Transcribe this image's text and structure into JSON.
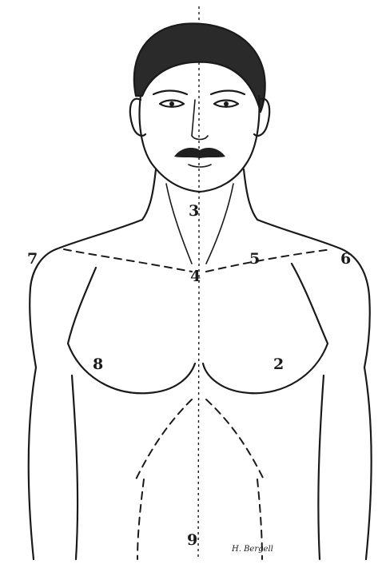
{
  "figure": {
    "labels": {
      "n2": "2",
      "n3": "3",
      "n4": "4",
      "n5": "5",
      "n6": "6",
      "n7": "7",
      "n8": "8",
      "n9": "9"
    },
    "signature": "H. Bergell"
  },
  "colors": {
    "ink": "#1a1a1a",
    "paper": "#ffffff"
  }
}
